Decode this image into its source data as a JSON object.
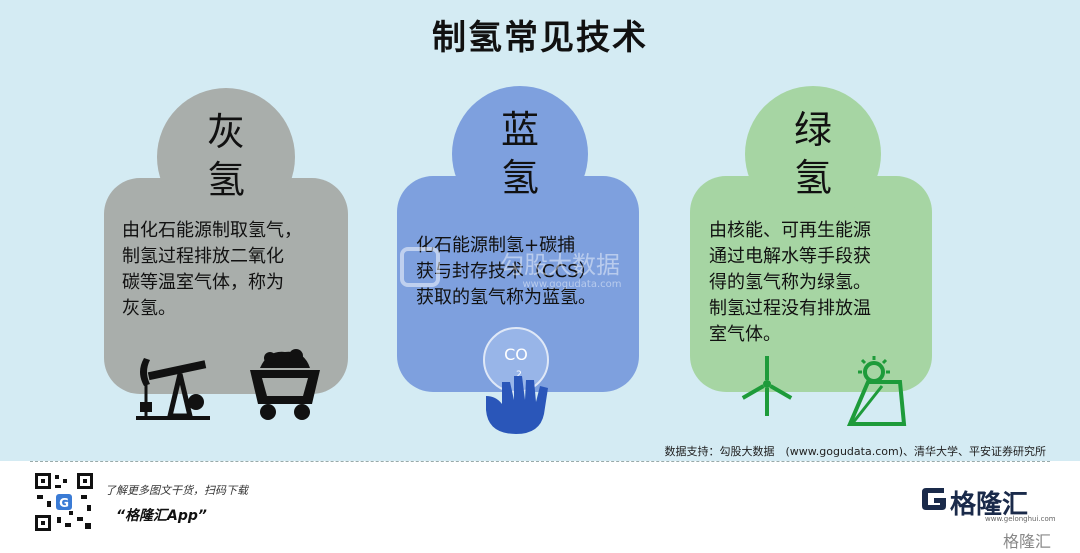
{
  "title": "制氢常见技术",
  "cards": {
    "gray": {
      "heading_line1": "灰",
      "heading_line2": "氢",
      "desc": [
        "由化石能源制取氢气，",
        "制氢过程排放二氧化",
        "碳等温室气体，称为",
        "灰氢。"
      ],
      "color": "#a9aeab",
      "icons": [
        "oil-pump-icon",
        "coal-cart-icon"
      ]
    },
    "blue": {
      "heading_line1": "蓝",
      "heading_line2": "氢",
      "desc": [
        "化石能源制氢+碳捕",
        "获与封存技术（CCS）",
        "获取的氢气称为蓝氢。"
      ],
      "color": "#7ea0de",
      "co2_label": "CO",
      "co2_sub": "2",
      "icons": [
        "hand-capture-co2-icon"
      ]
    },
    "green": {
      "heading_line1": "绿",
      "heading_line2": "氢",
      "desc": [
        "由核能、可再生能源",
        "通过电解水等手段获",
        "得的氢气称为绿氢。",
        "制氢过程没有排放温",
        "室气体。"
      ],
      "color": "#a6d5a3",
      "icons": [
        "wind-turbine-icon",
        "solar-panel-icon"
      ]
    }
  },
  "watermark": {
    "text": "勾股大数据",
    "url": "www.gogudata.com"
  },
  "source": "数据支持：勾股大数据　(www.gogudata.com)、清华大学、平安证券研究所",
  "footer": {
    "promo_line1": "了解更多图文干货，扫码下载",
    "promo_line2": "“格隆汇App”",
    "brand": "格隆汇",
    "brand_url": "www.gelonghui.com",
    "corner_mark": "格隆汇"
  }
}
